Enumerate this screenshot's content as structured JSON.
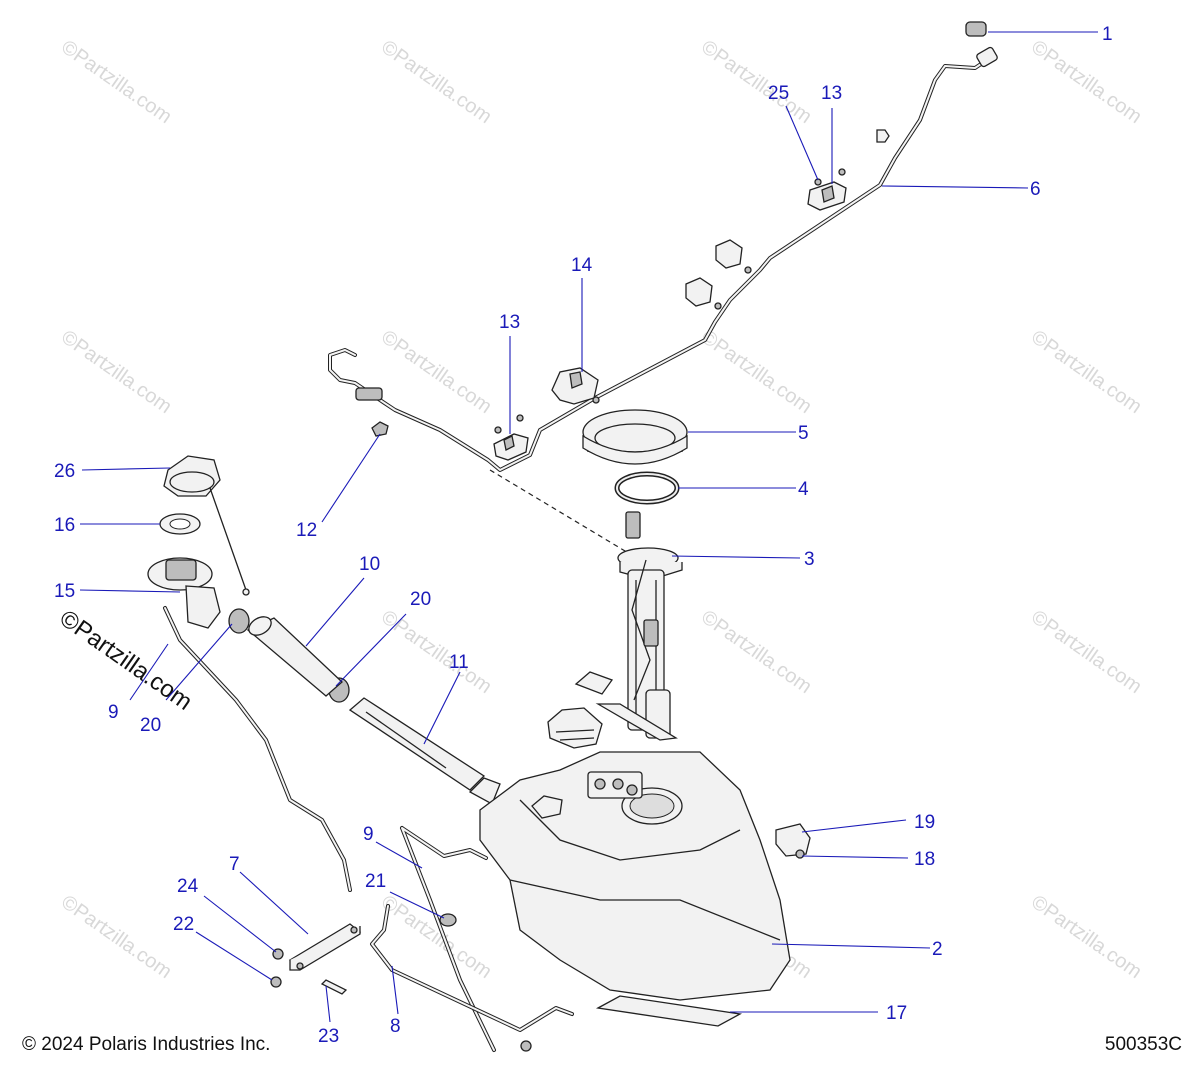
{
  "watermark": "©Partzilla.com",
  "copyright": "© 2024 Polaris Industries Inc.",
  "diagram_code": "500353C",
  "callouts": {
    "c1": "1",
    "c2": "2",
    "c3": "3",
    "c4": "4",
    "c5": "5",
    "c6": "6",
    "c7": "7",
    "c8": "8",
    "c9a": "9",
    "c9b": "9",
    "c10": "10",
    "c11": "11",
    "c12": "12",
    "c13a": "13",
    "c13b": "13",
    "c14": "14",
    "c15": "15",
    "c16": "16",
    "c17": "17",
    "c18": "18",
    "c19": "19",
    "c20a": "20",
    "c20b": "20",
    "c21": "21",
    "c22": "22",
    "c23": "23",
    "c24": "24",
    "c25": "25",
    "c26": "26"
  },
  "colors": {
    "callout": "#1a1ab8",
    "line_art": "#222222",
    "watermark": "#d8d8d8"
  }
}
